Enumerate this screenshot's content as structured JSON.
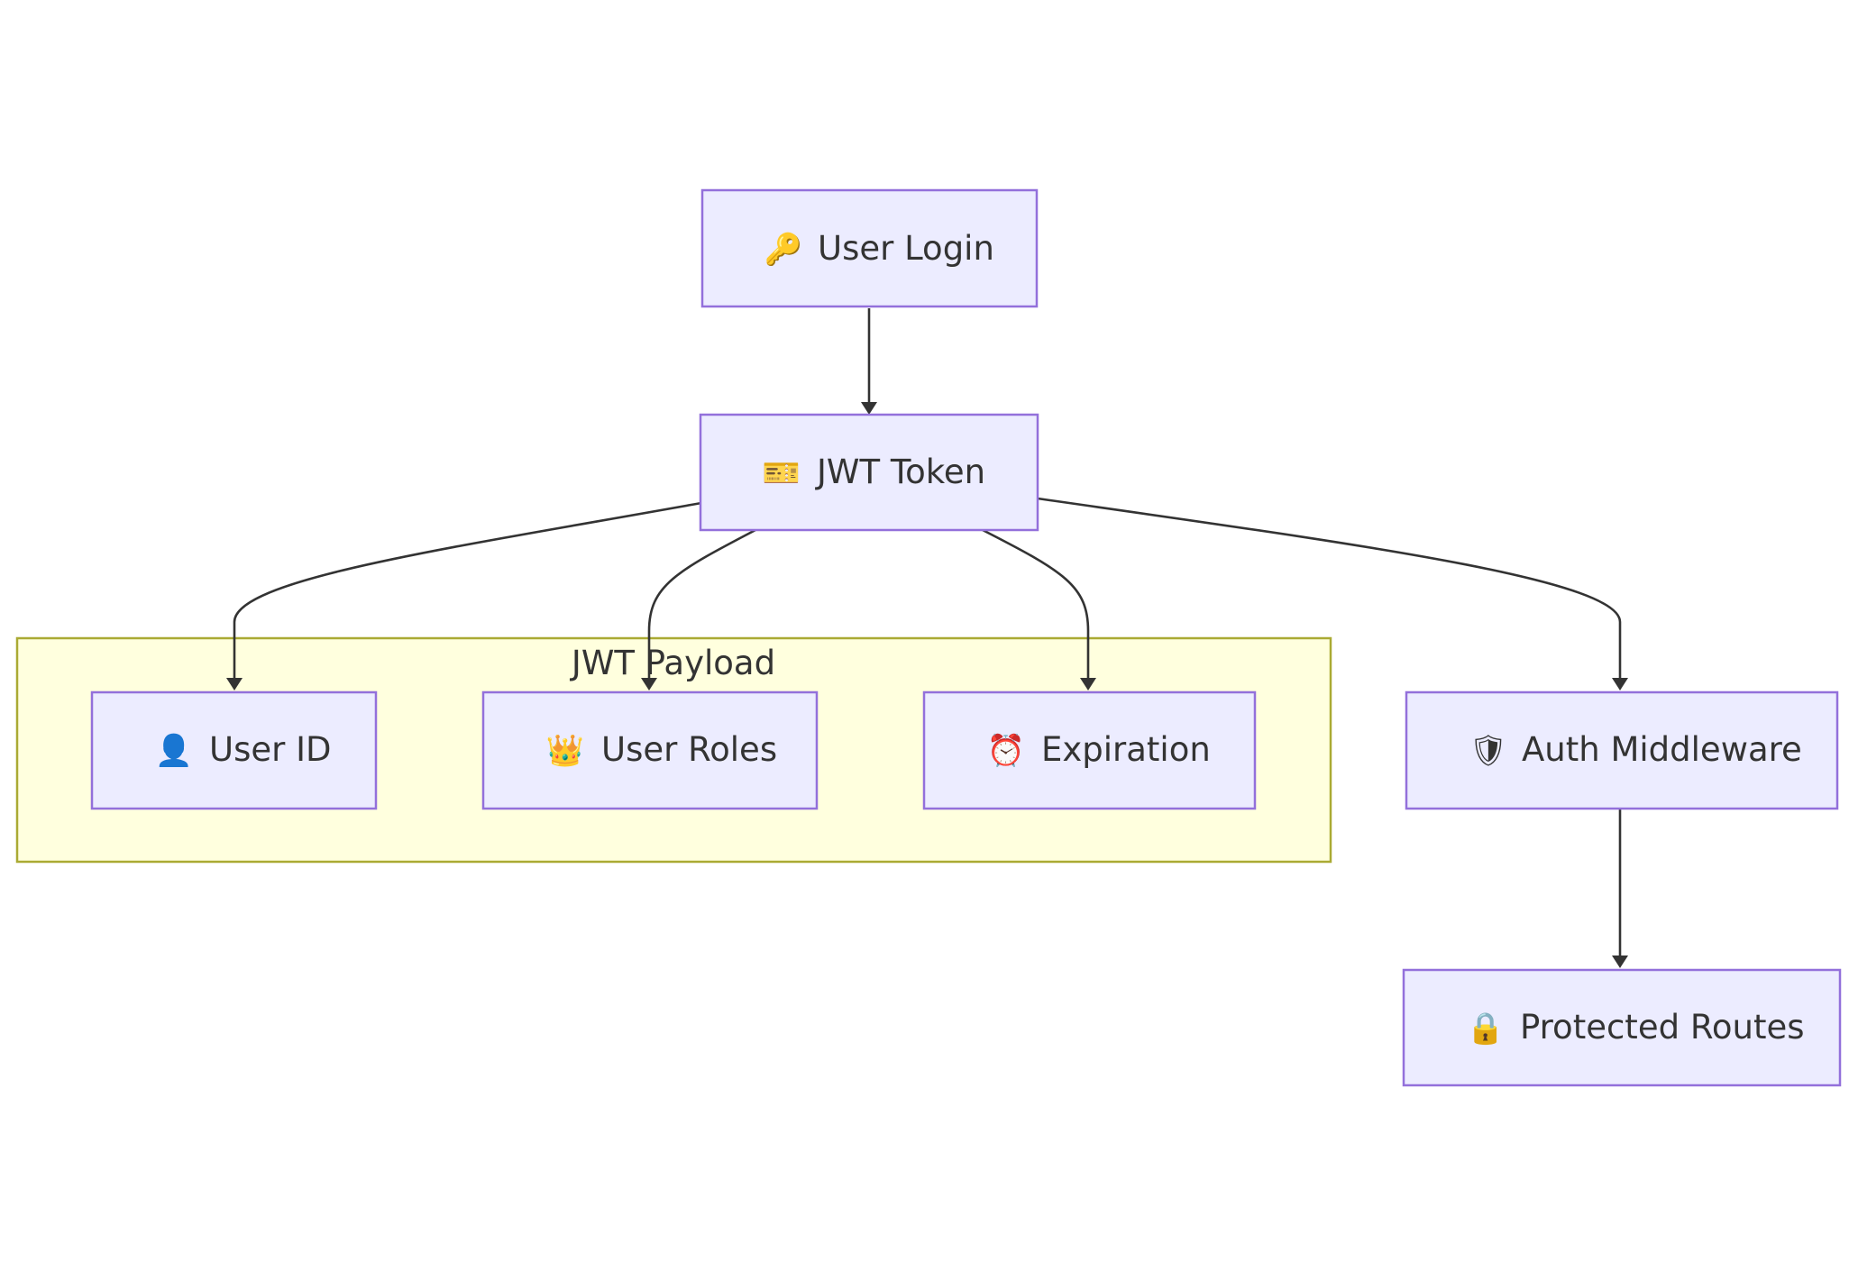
{
  "colors": {
    "node_fill": "#ececff",
    "node_border": "#9370db",
    "subgraph_fill": "#ffffde",
    "subgraph_border": "#aaaa33",
    "edge": "#333333",
    "text": "#333333"
  },
  "subgraph": {
    "title": "JWT Payload"
  },
  "nodes": {
    "user_login": {
      "icon": "🔑",
      "icon_name": "key-icon",
      "label": "User Login"
    },
    "jwt_token": {
      "icon": "🎫",
      "icon_name": "ticket-icon",
      "label": "JWT Token"
    },
    "user_id": {
      "icon": "👤",
      "icon_name": "user-icon",
      "label": "User ID"
    },
    "user_roles": {
      "icon": "👑",
      "icon_name": "crown-icon",
      "label": "User Roles"
    },
    "expiration": {
      "icon": "⏰",
      "icon_name": "alarm-clock-icon",
      "label": "Expiration"
    },
    "auth_middleware": {
      "icon": "🛡",
      "icon_name": "shield-icon",
      "label": "Auth Middleware"
    },
    "protected_routes": {
      "icon": "🔒",
      "icon_name": "lock-icon",
      "label": "Protected Routes"
    }
  },
  "edges": [
    {
      "from": "user_login",
      "to": "jwt_token"
    },
    {
      "from": "jwt_token",
      "to": "user_id"
    },
    {
      "from": "jwt_token",
      "to": "user_roles"
    },
    {
      "from": "jwt_token",
      "to": "expiration"
    },
    {
      "from": "jwt_token",
      "to": "auth_middleware"
    },
    {
      "from": "auth_middleware",
      "to": "protected_routes"
    }
  ]
}
